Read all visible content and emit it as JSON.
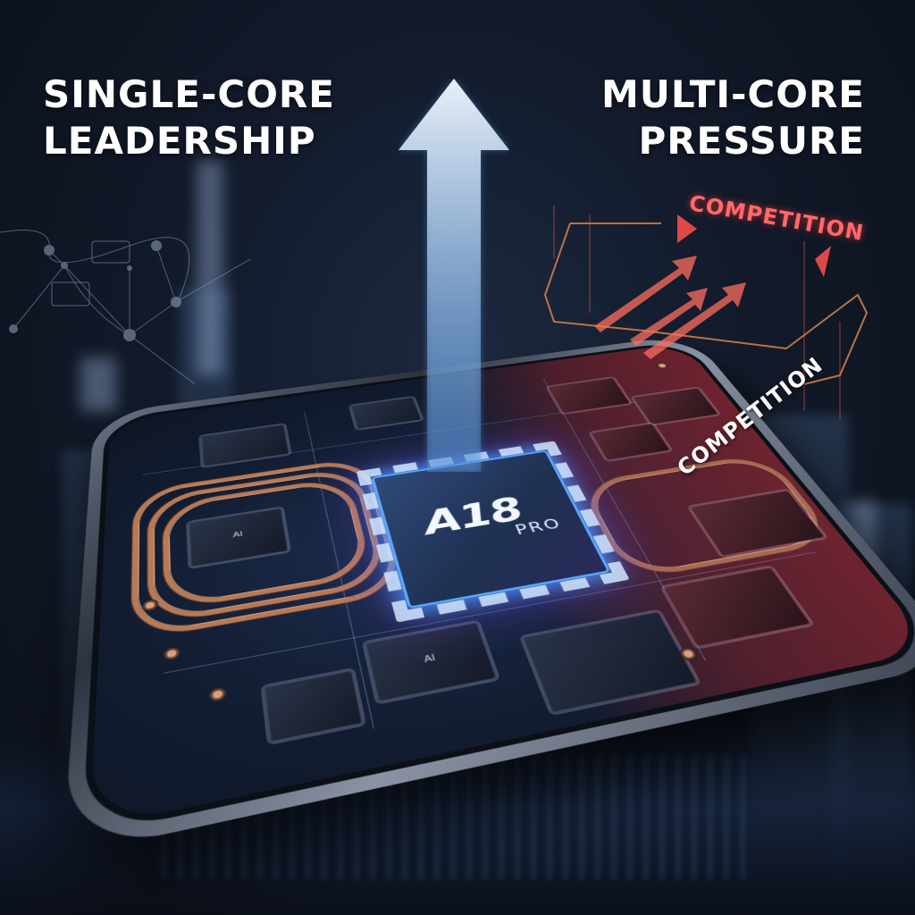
{
  "headlines": {
    "left": [
      "SINGLE-CORE",
      "LEADERSHIP"
    ],
    "right": [
      "MULTI-CORE",
      "PRESSURE"
    ]
  },
  "chip": {
    "name": "A18",
    "variant": "PRO",
    "glow_color": "#59a8ff",
    "secondary_glow": "#8c50ff"
  },
  "overlays": {
    "competition_top": "COMPETITION",
    "competition_board": "COMPETITION",
    "competition_color": "#ff5a5a"
  },
  "board_chips": [
    {
      "label": "AI"
    },
    {
      "label": "AI"
    }
  ],
  "icons": {
    "up_arrow": "up-arrow-icon",
    "red_arrows": "red-arrows-icon",
    "network": "network-graph-icon"
  },
  "colors": {
    "background": "#121a2a",
    "text": "#ffffff",
    "arrow": "#cfe0f4",
    "copper": "#b77a56",
    "red_zone": "#963238"
  }
}
